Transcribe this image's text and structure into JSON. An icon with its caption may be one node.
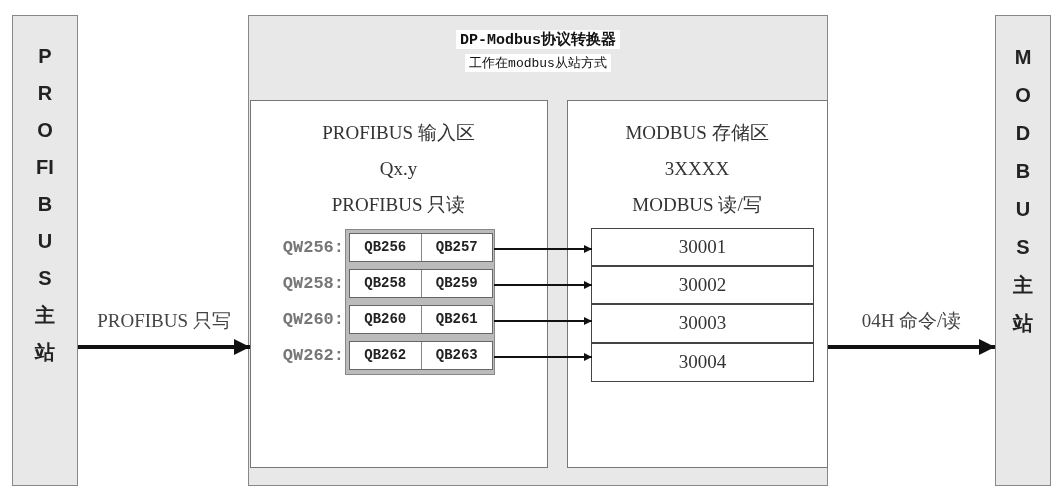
{
  "diagram": {
    "nodes": [
      {
        "text": [
          "PROFIBUS主站"
        ]
      },
      {
        "text": [
          "DP-Modbus协议转换器",
          "工作在modbus从站方式"
        ]
      },
      {
        "text": [
          "PROFIBUS 输入区",
          "Qx.y",
          "PROFIBUS 只读"
        ],
        "in": 1
      },
      {
        "text": [
          "MODBUS 存储区",
          "3XXXX",
          "MODBUS 读/写"
        ],
        "in": 1
      },
      {
        "text": [
          "MODBUS主站"
        ]
      },
      {
        "text": [
          "QB256",
          "QB257"
        ],
        "beside": [
          "QW256:"
        ],
        "in": 2
      },
      {
        "text": [
          "QB258",
          "QB259"
        ],
        "beside": [
          "QW258:"
        ],
        "in": 2
      },
      {
        "text": [
          "QB260",
          "QB261"
        ],
        "beside": [
          "QW260:"
        ],
        "in": 2
      },
      {
        "text": [
          "QB262",
          "QB263"
        ],
        "beside": [
          "QW262:"
        ],
        "in": 2
      },
      {
        "text": [
          "30001"
        ],
        "in": 3
      },
      {
        "text": [
          "30002"
        ],
        "in": 3
      },
      {
        "text": [
          "30003"
        ],
        "in": 3
      },
      {
        "text": [
          "30004"
        ],
        "in": 3
      }
    ],
    "edges": [
      {
        "from": 0,
        "to": 2,
        "arrow": "to",
        "label": "PROFIBUS 只写",
        "style": "thick"
      },
      {
        "from": 5,
        "to": 9,
        "arrow": "to"
      },
      {
        "from": 6,
        "to": 10,
        "arrow": "to"
      },
      {
        "from": 7,
        "to": 11,
        "arrow": "to"
      },
      {
        "from": 8,
        "to": 12,
        "arrow": "to"
      },
      {
        "from": 3,
        "to": 4,
        "arrow": "to",
        "label": "04H 命令/读",
        "style": "thick"
      }
    ]
  }
}
